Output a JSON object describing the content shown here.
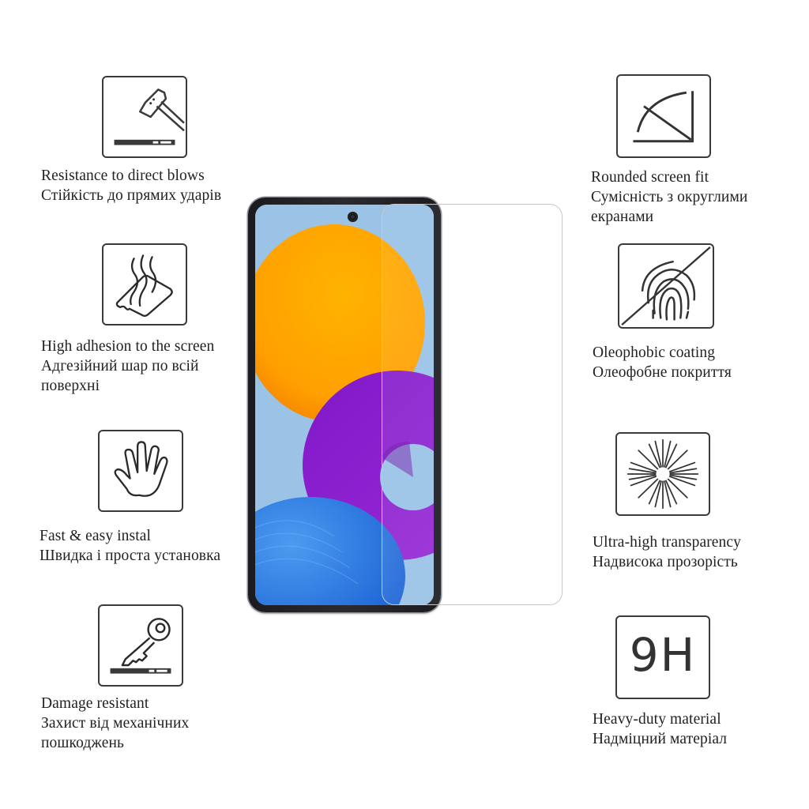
{
  "features_left": [
    {
      "id": "direct-blows",
      "icon": "hammer-icon",
      "en": "Resistance to direct blows",
      "ua_lines": [
        "Стійкість до прямих ударів"
      ]
    },
    {
      "id": "adhesion",
      "icon": "adhesion-glass-icon",
      "en": "High adhesion to the screen",
      "ua_lines": [
        "Адгезійний шар по всій",
        "поверхні"
      ]
    },
    {
      "id": "install",
      "icon": "hand-icon",
      "en": "Fast & easy instal",
      "ua_lines": [
        "Швидка і проста установка"
      ]
    },
    {
      "id": "damage",
      "icon": "key-scratch-icon",
      "en": "Damage resistant",
      "ua_lines": [
        "Захист від механічних",
        "пошкоджень"
      ]
    }
  ],
  "features_right": [
    {
      "id": "rounded",
      "icon": "rounded-corner-icon",
      "en": "Rounded screen fit",
      "ua_lines": [
        "Сумісність з округлими",
        "екранами"
      ]
    },
    {
      "id": "oleophobic",
      "icon": "fingerprint-icon",
      "en": "Oleophobic coating",
      "ua_lines": [
        "Олеофобне покриття"
      ]
    },
    {
      "id": "transparency",
      "icon": "starburst-icon",
      "en": "Ultra-high transparency",
      "ua_lines": [
        "Надвисока прозорість"
      ]
    },
    {
      "id": "hardness",
      "icon": "hardness-9h-icon",
      "icon_text": "9H",
      "en": "Heavy-duty material",
      "ua_lines": [
        "Надміцний матеріал"
      ]
    }
  ],
  "product": {
    "device": "smartphone with screen protector glass",
    "colors": {
      "orange": "#ffae00",
      "purple": "#8e1bd0",
      "sky": "#9ac3e6",
      "blue": "#1f6fe0",
      "bezel": "#1b1b1f"
    }
  }
}
